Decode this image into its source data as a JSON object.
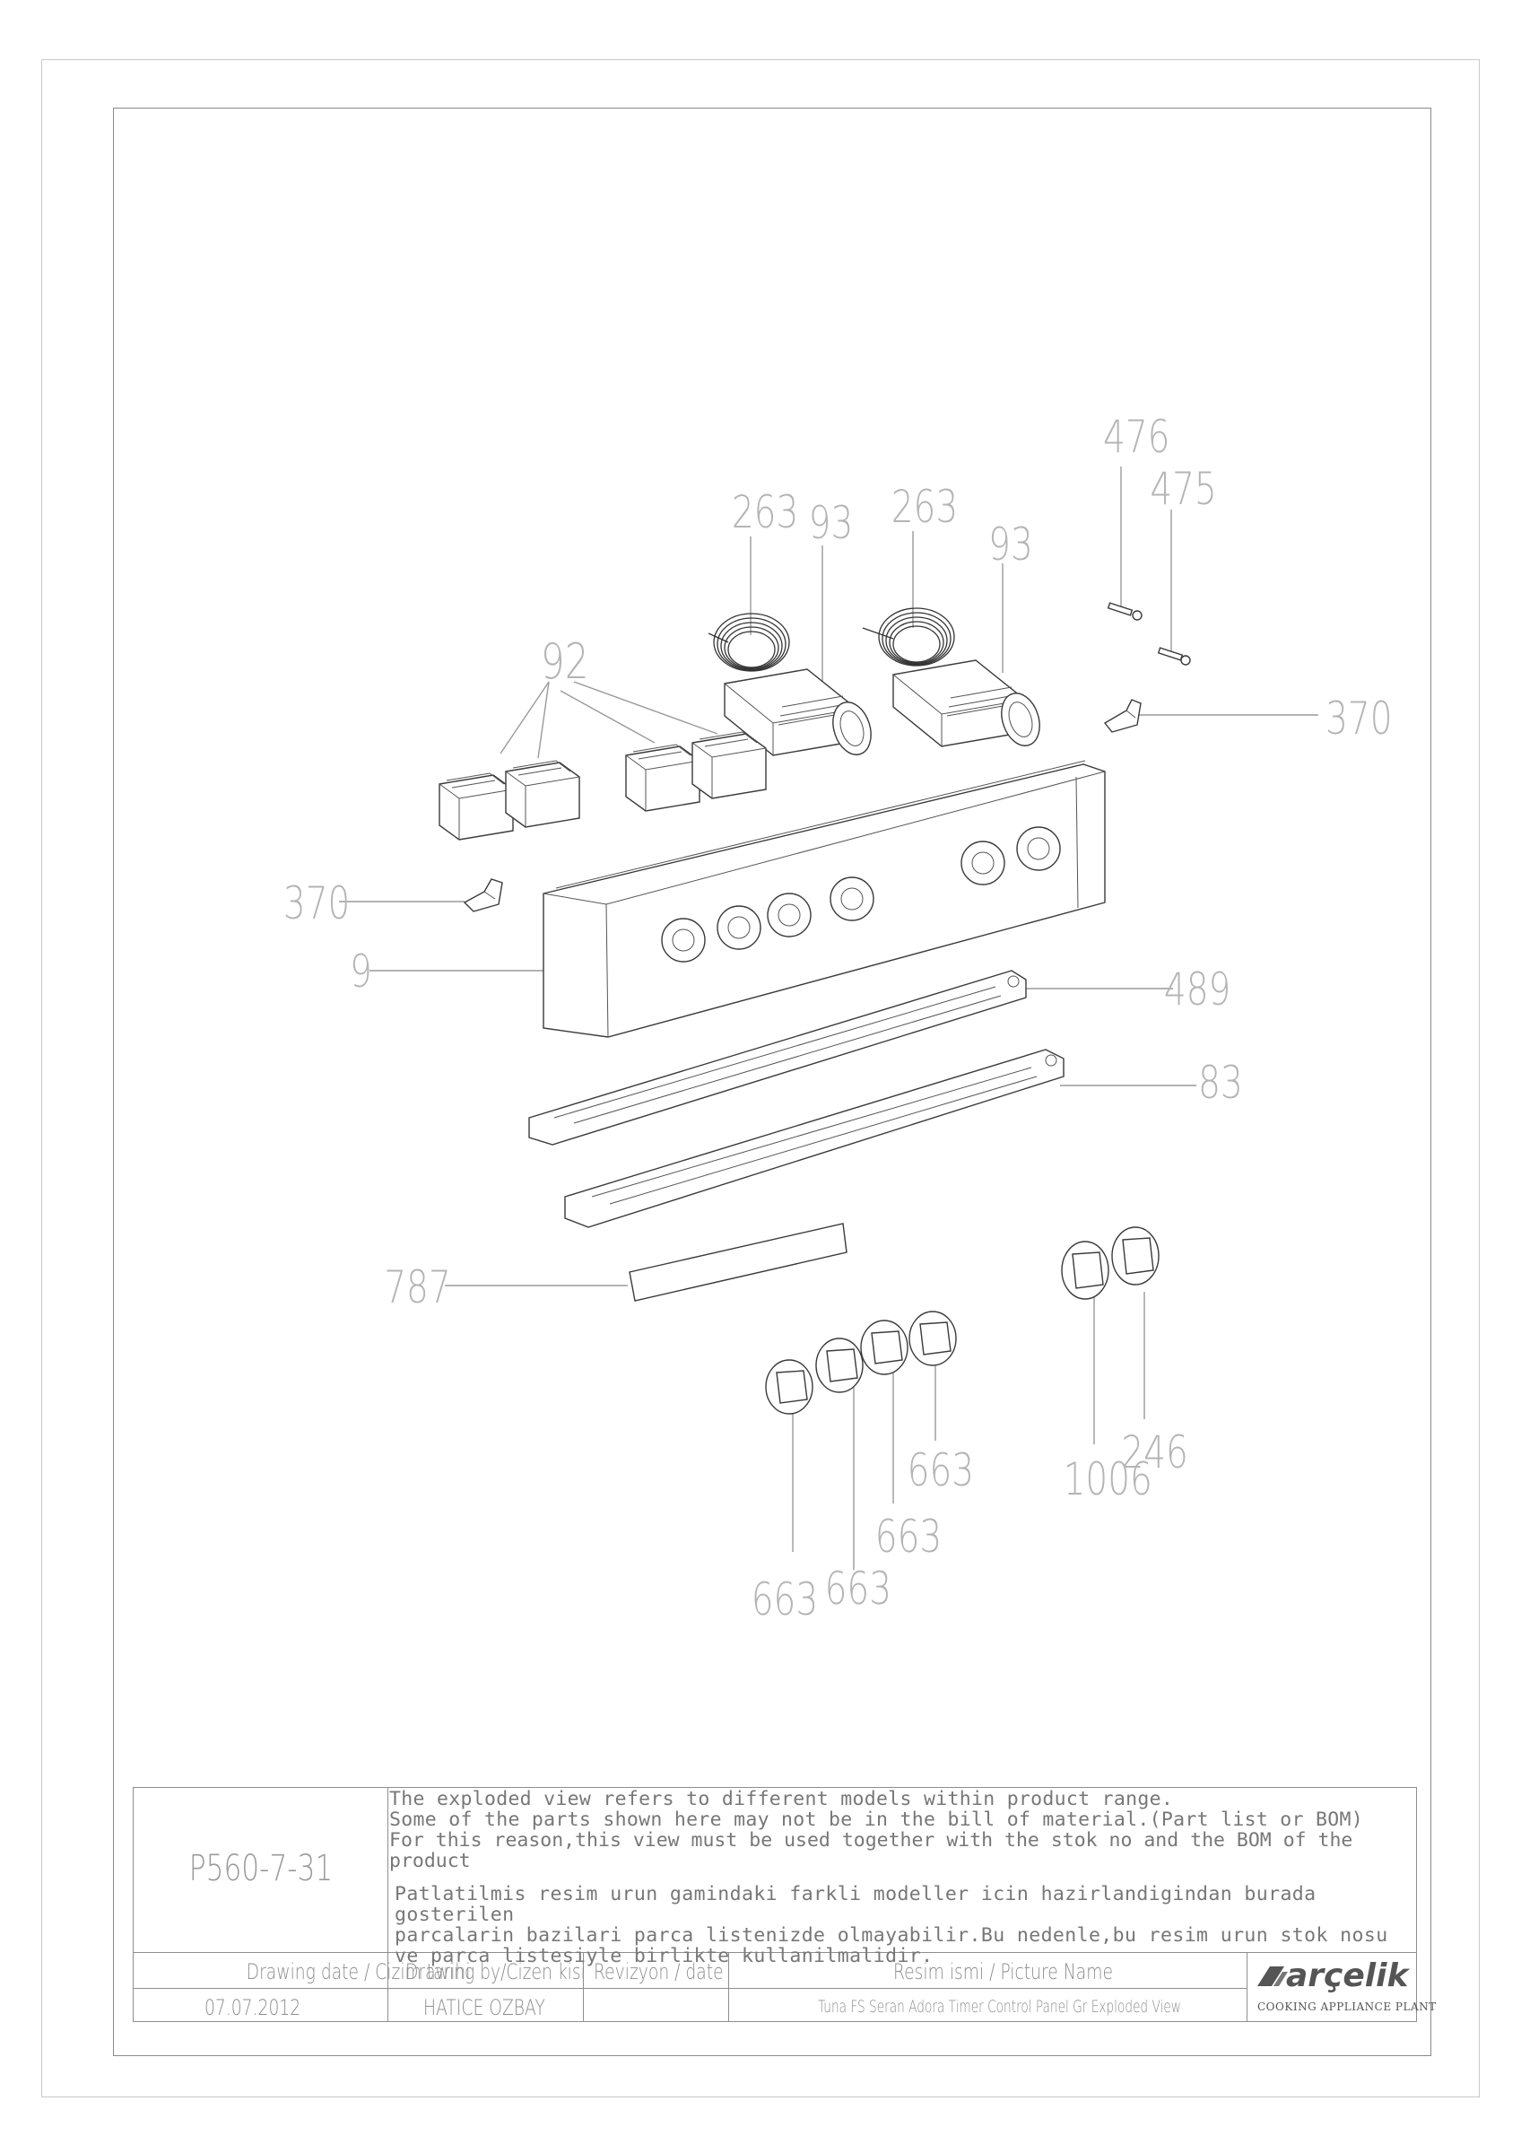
{
  "labels": {
    "l476": "476",
    "l475": "475",
    "l263a": "263",
    "l93a": "93",
    "l263b": "263",
    "l93b": "93",
    "l92": "92",
    "l370a": "370",
    "l370b": "370",
    "l9": "9",
    "l489": "489",
    "l83": "83",
    "l787": "787",
    "l663a": "663",
    "l663b": "663",
    "l663c": "663",
    "l663d": "663",
    "l1006": "1006",
    "l246": "246"
  },
  "title_block": {
    "drawing_code": "P560-7-31",
    "note_en": [
      "The exploded view refers to different models within product range.",
      "Some of the parts shown here may not be in the bill of material.(Part list or BOM)",
      "For this reason,this view must be used together with the stok no and the BOM of the product"
    ],
    "note_tr": [
      "Patlatilmis resim urun gamindaki farkli modeller icin hazirlandigindan burada gosterilen",
      "parcalarin bazilari parca listenizde olmayabilir.Bu nedenle,bu resim urun stok nosu",
      "ve parca listesiyle birlikte kullanilmalidir."
    ],
    "date_header": "Drawing date / Cizim tarihi",
    "by_header": "Drawing by/Cizen kisi",
    "rev_header": "Revizyon / date",
    "name_header": "Resim ismi / Picture Name",
    "date_value": "07.07.2012",
    "by_value": "HATICE OZBAY",
    "rev_value": "",
    "name_value": "Tuna FS Seran Adora Timer Control Panel Gr Exploded View",
    "brand": "arçelik",
    "plant": "COOKING APPLIANCE PLANT"
  }
}
